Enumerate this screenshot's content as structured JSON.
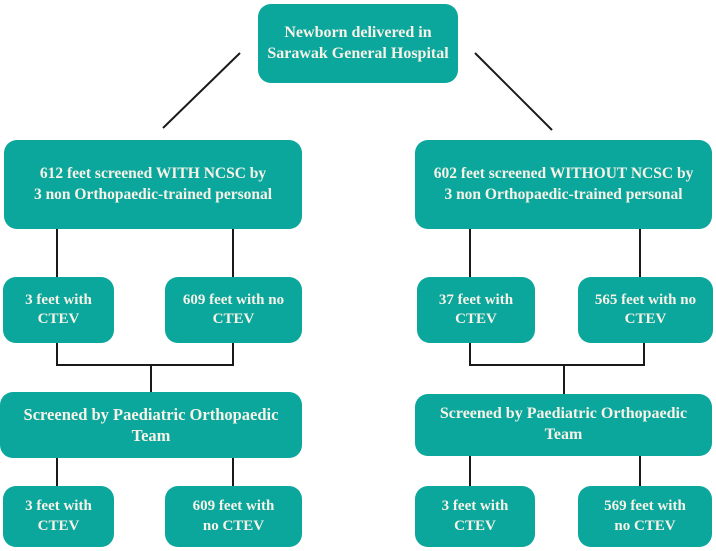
{
  "colors": {
    "node_fill": "#0ca79c",
    "node_text": "#f7f2e8",
    "connector": "#1a1a1a",
    "background": "#ffffff"
  },
  "nodes": {
    "root": "Newborn delivered in\nSarawak General Hospital",
    "left": {
      "screened": "612 feet screened WITH NCSC by\n3 non Orthopaedic-trained personal",
      "ctev": "3 feet with\nCTEV",
      "no_ctev": "609 feet with no\nCTEV",
      "team": "Screened by Paediatric Orthopaedic\nTeam",
      "final_ctev": "3 feet with\nCTEV",
      "final_no_ctev": "609 feet with\nno CTEV"
    },
    "right": {
      "screened": "602 feet screened WITHOUT NCSC by\n3 non Orthopaedic-trained personal",
      "ctev": "37 feet with\nCTEV",
      "no_ctev": "565 feet with no\nCTEV",
      "team": "Screened by Paediatric Orthopaedic Team",
      "final_ctev": "3 feet with\nCTEV",
      "final_no_ctev": "569 feet with\nno CTEV"
    }
  }
}
